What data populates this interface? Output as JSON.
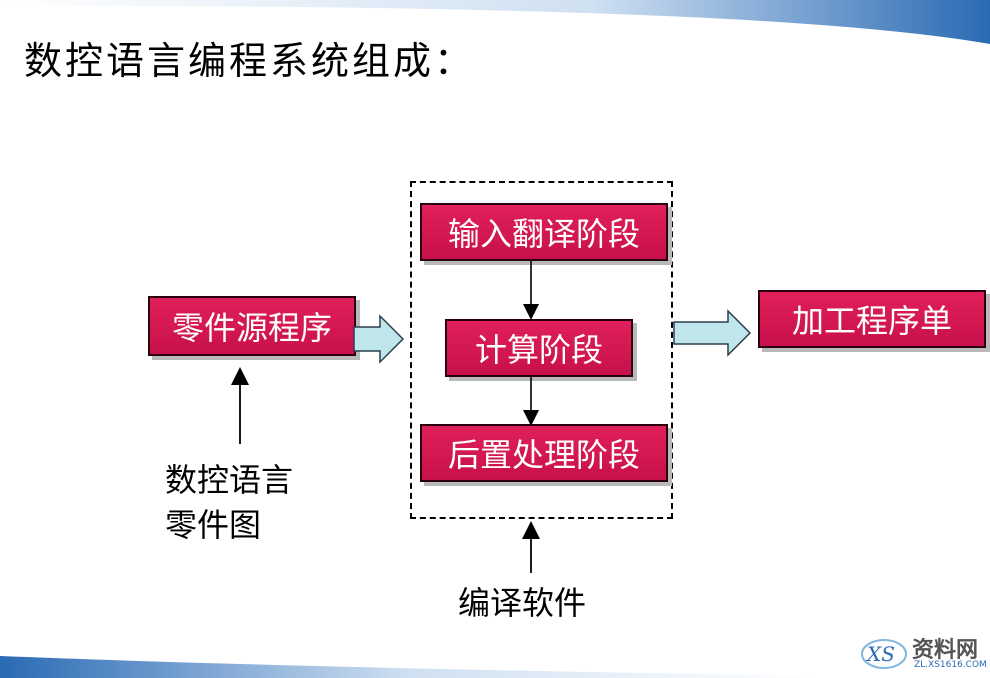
{
  "title": "数控语言编程系统组成：",
  "boxes": {
    "source_program": "零件源程序",
    "input_translation": "输入翻译阶段",
    "calculation": "计算阶段",
    "post_processing": "后置处理阶段",
    "machining_sheet": "加工程序单"
  },
  "labels": {
    "drawing_line1": "数控语言",
    "drawing_line2": "零件图",
    "compiler": "编译软件"
  },
  "watermark": {
    "brand": "资料网",
    "url": "ZL.XS1616.COM"
  },
  "colors": {
    "box_fill": "#d4164f",
    "arrow_fill": "#bfe6ea",
    "accent_blue": "#2a6ab4"
  }
}
